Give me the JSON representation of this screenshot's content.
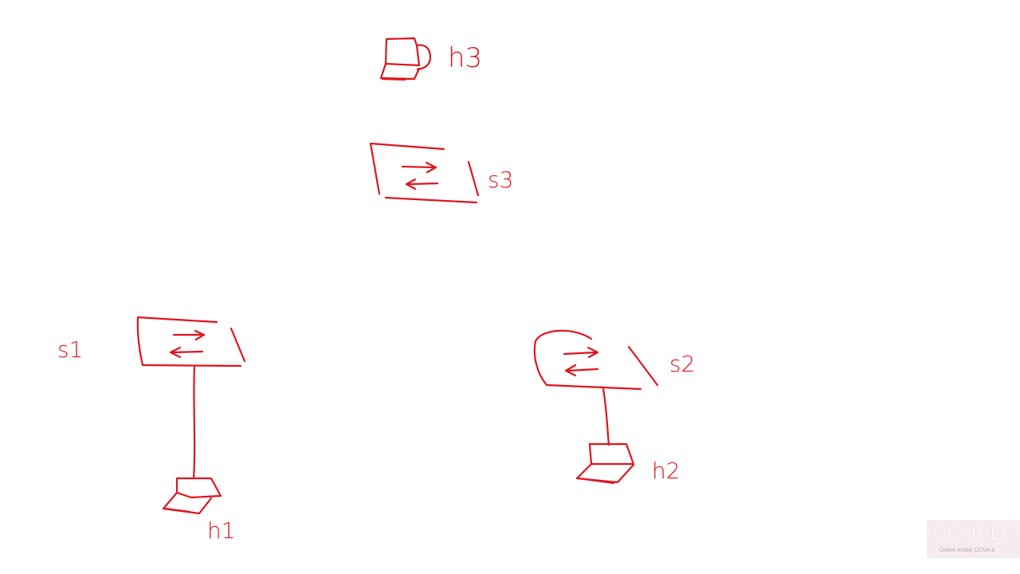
{
  "diagram": {
    "labels": {
      "h3": "h3",
      "s3": "s3",
      "s1": "s1",
      "s2": "s2",
      "h1": "h1",
      "h2": "h2"
    },
    "ink_color": "#e0141e",
    "background": "#ffffff"
  },
  "watermark": {
    "text": "CCNPLES",
    "subtext": "Online Arabic CCNA &"
  }
}
